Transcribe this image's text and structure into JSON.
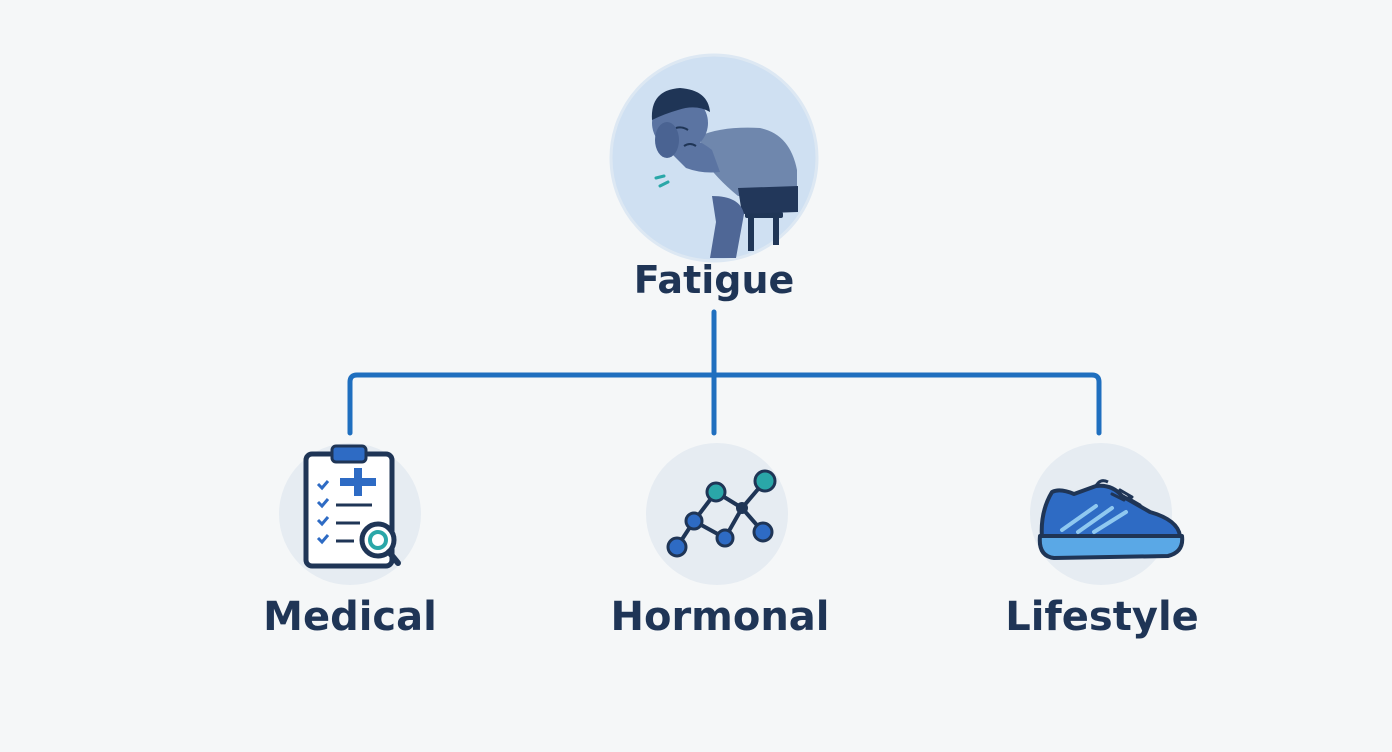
{
  "root": {
    "label": "Fatigue",
    "icon": "tired-person-icon"
  },
  "branches": [
    {
      "label": "Medical",
      "icon": "medical-clipboard-icon"
    },
    {
      "label": "Hormonal",
      "icon": "molecule-icon"
    },
    {
      "label": "Lifestyle",
      "icon": "sneaker-icon"
    }
  ],
  "colors": {
    "background": "#f5f7f8",
    "connector": "#1f6fbf",
    "text": "#1f3556",
    "circle_root": "#cfe0f2",
    "circle_branch": "#e6ecf2",
    "icon_dark": "#1f3556",
    "icon_blue": "#2e6bc4",
    "icon_teal": "#2aa7a8"
  }
}
